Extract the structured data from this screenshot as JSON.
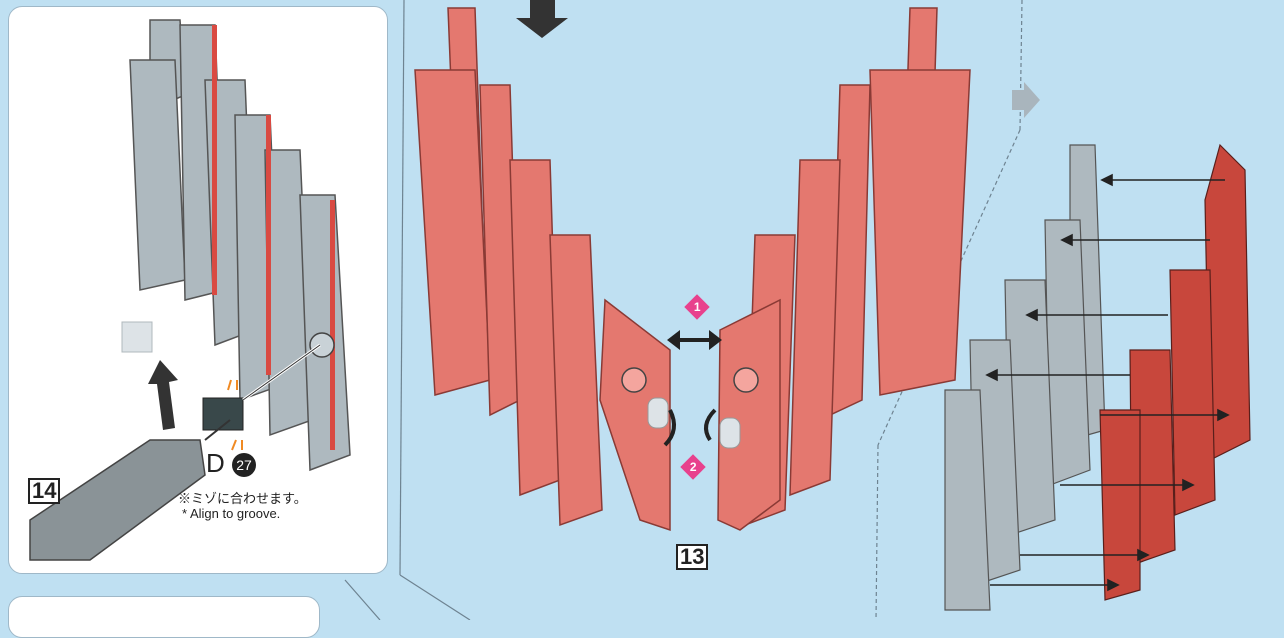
{
  "steps": {
    "left_step": "14",
    "center_step": "13"
  },
  "part": {
    "label": "D",
    "number": "27"
  },
  "notes": {
    "jp": "※ミゾに合わせます。",
    "en": "* Align to groove."
  },
  "markers": {
    "m1": "1",
    "m2": "2"
  },
  "colors": {
    "background": "#bfe0f2",
    "red_part": "#e4786f",
    "red_dark": "#c9443a",
    "gray_part": "#aeb9bf",
    "pink_marker": "#e8418d"
  }
}
